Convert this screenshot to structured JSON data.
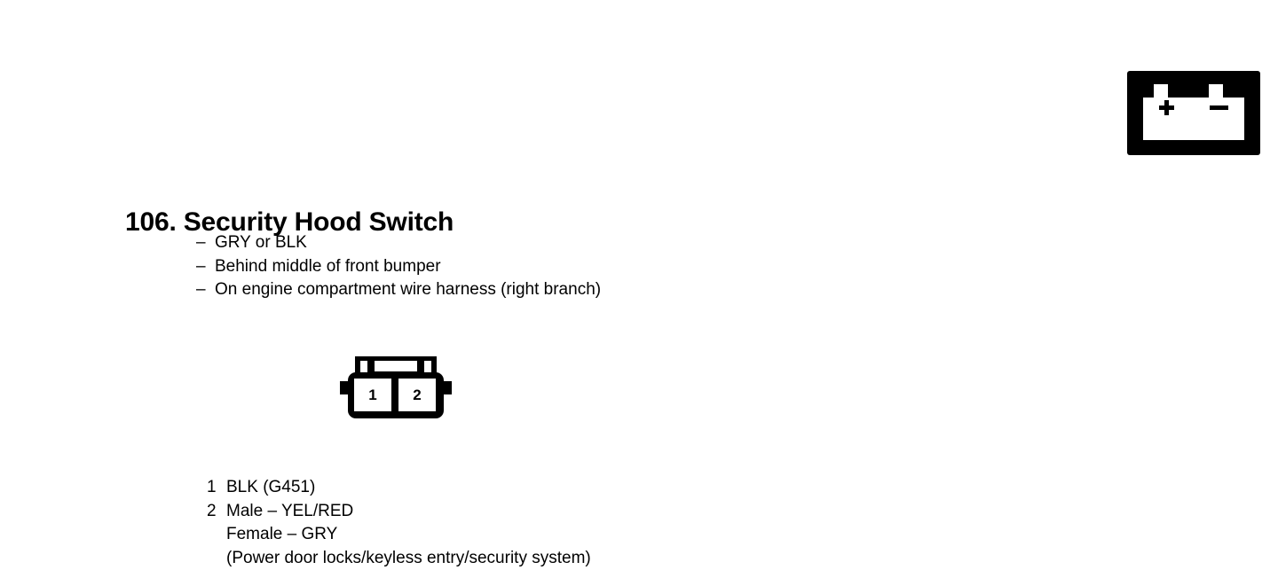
{
  "header": {
    "battery_icon": "battery-icon",
    "battery_plus": "+",
    "battery_minus": "−"
  },
  "title": "106. Security Hood Switch",
  "specs": [
    {
      "dash": "–",
      "text": "GRY or BLK"
    },
    {
      "dash": "–",
      "text": "Behind middle of front bumper"
    },
    {
      "dash": "–",
      "text": "On engine compartment wire harness (right branch)"
    }
  ],
  "connector": {
    "name": "2-pin-connector",
    "cavities": [
      {
        "number": "1"
      },
      {
        "number": "2"
      }
    ]
  },
  "pin_legend": [
    {
      "number": "1",
      "text": "BLK (G451)",
      "sublines": []
    },
    {
      "number": "2",
      "text": "Male – YEL/RED",
      "sublines": [
        "Female – GRY",
        "(Power door locks/keyless entry/security system)"
      ]
    }
  ],
  "colors": {
    "ink": "#000000",
    "paper": "#ffffff"
  }
}
